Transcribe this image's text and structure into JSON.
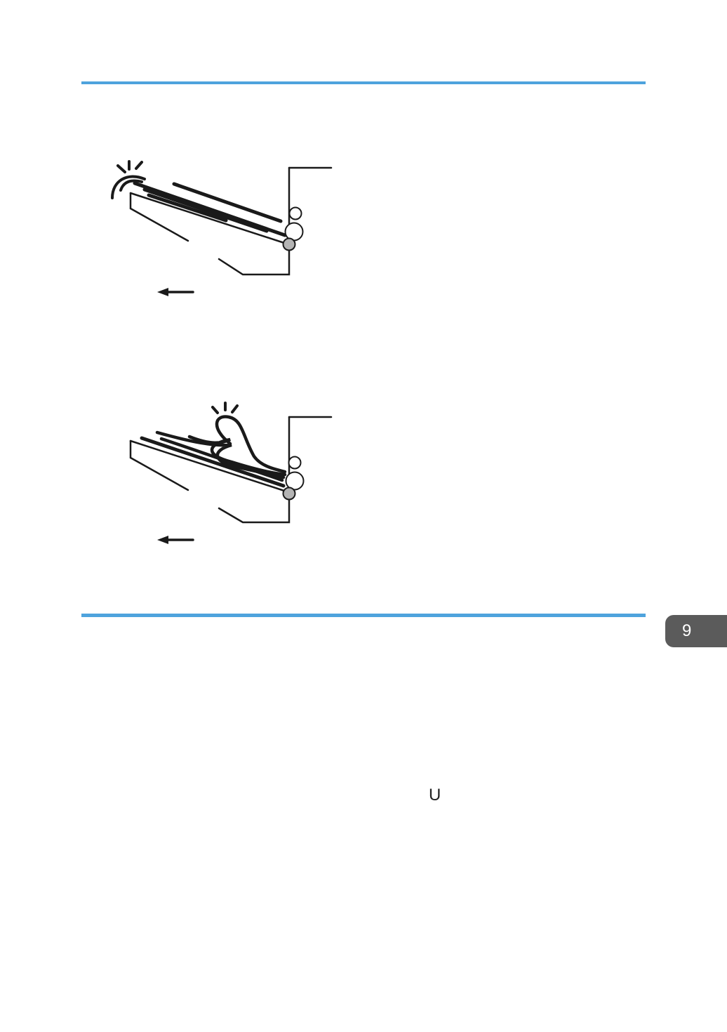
{
  "page": {
    "chapter_tab": "9",
    "stray_char": "U",
    "accent_color": "#4ea3dd",
    "tab_color": "#5b5b5b"
  },
  "figures": [
    {
      "name": "paper-curl-illustration",
      "icon": "curled-paper-on-tray"
    },
    {
      "name": "paper-wrinkle-illustration",
      "icon": "wrinkled-paper-on-tray"
    }
  ]
}
